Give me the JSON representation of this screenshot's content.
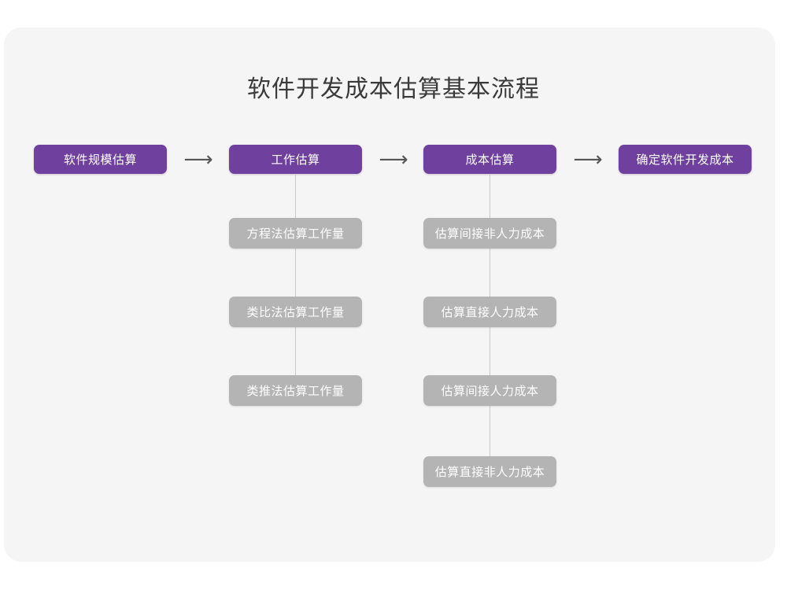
{
  "page": {
    "title": "软件开发成本估算基本流程",
    "background_color": "#ffffff",
    "card_color": "#f5f5f5"
  },
  "theme": {
    "primary_color": "#70409e",
    "secondary_color": "#b4b4b4",
    "connector_color": "#c9c9c9",
    "title_color": "#3a3a3a",
    "node_text_color": "#ffffff"
  },
  "flow": {
    "arrow_glyph": "⟶",
    "main_steps": [
      {
        "id": "step-1",
        "label": "软件规模估算"
      },
      {
        "id": "step-2",
        "label": "工作估算"
      },
      {
        "id": "step-3",
        "label": "成本估算"
      },
      {
        "id": "step-4",
        "label": "确定软件开发成本"
      }
    ],
    "arrows": [
      {
        "id": "arrow-1",
        "glyph": "⟶"
      },
      {
        "id": "arrow-2",
        "glyph": "⟶"
      },
      {
        "id": "arrow-3",
        "glyph": "⟶"
      }
    ],
    "sub_steps_work": [
      {
        "id": "work-1",
        "label": "方程法估算工作量"
      },
      {
        "id": "work-2",
        "label": "类比法估算工作量"
      },
      {
        "id": "work-3",
        "label": "类推法估算工作量"
      }
    ],
    "sub_steps_cost": [
      {
        "id": "cost-1",
        "label": "估算间接非人力成本"
      },
      {
        "id": "cost-2",
        "label": "估算直接人力成本"
      },
      {
        "id": "cost-3",
        "label": "估算间接人力成本"
      },
      {
        "id": "cost-4",
        "label": "估算直接非人力成本"
      }
    ]
  }
}
